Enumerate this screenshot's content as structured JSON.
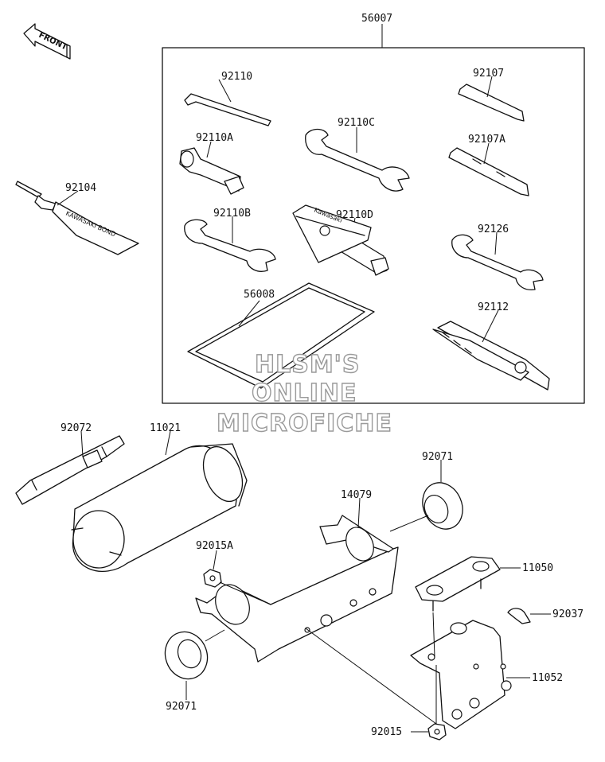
{
  "front_arrow": {
    "label": "FRONT"
  },
  "kit_box": {
    "label": "56007"
  },
  "parts": {
    "p92110": "92110",
    "p92110A": "92110A",
    "p92110B": "92110B",
    "p92110C": "92110C",
    "p92110D": "92110D",
    "p92107": "92107",
    "p92107A": "92107A",
    "p92126": "92126",
    "p92112": "92112",
    "p56008": "56008",
    "p92104": "92104",
    "p92072": "92072",
    "p11021": "11021",
    "p92071_top": "92071",
    "p14079": "14079",
    "p92015A": "92015A",
    "p11050": "11050",
    "p92037": "92037",
    "p11052": "11052",
    "p92071_bottom": "92071",
    "p92015": "92015"
  },
  "brand": {
    "tube_label": "KAWASAKI BOND",
    "pouch_label": "Kawasaki"
  },
  "watermark": {
    "line1": "HLSM'S",
    "line2": "ONLINE",
    "line3": "MICROFICHE"
  }
}
